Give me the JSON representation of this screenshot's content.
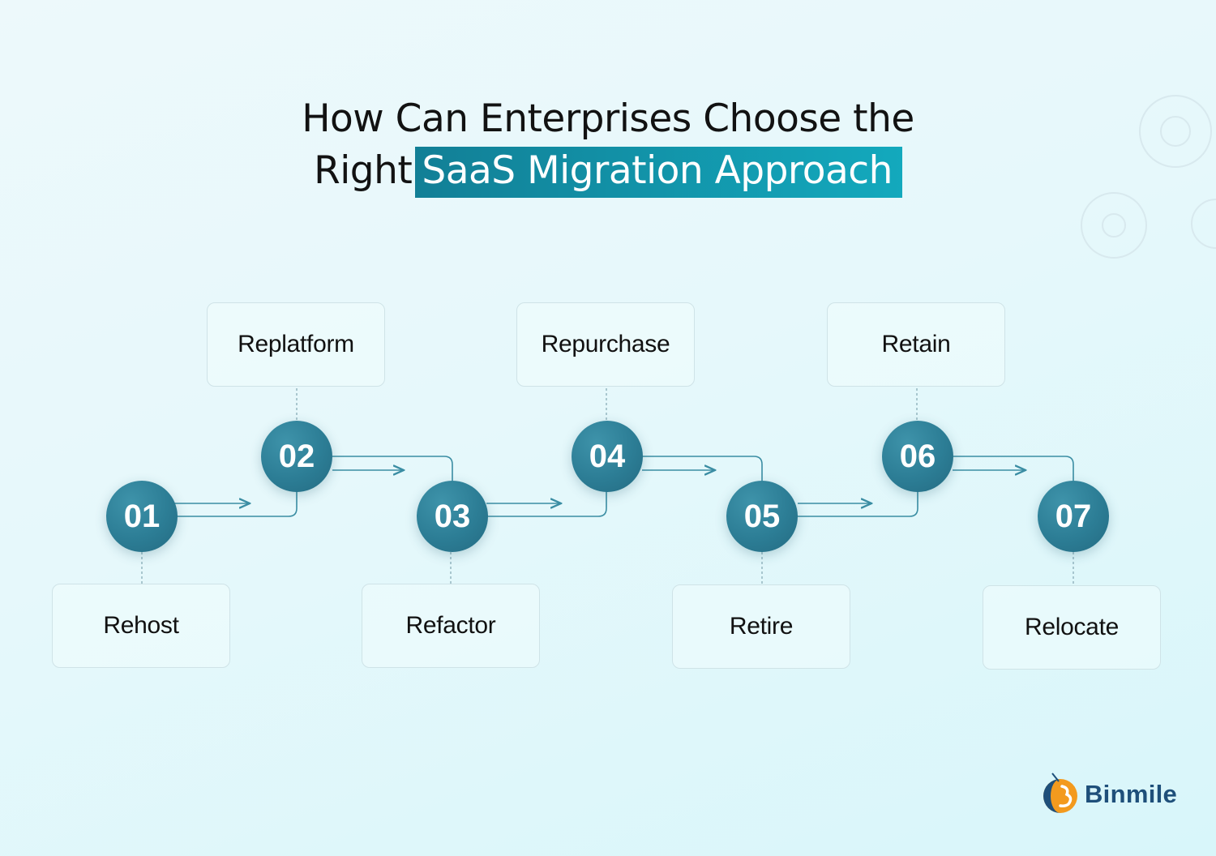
{
  "title": {
    "line1": "How Can Enterprises Choose the",
    "line2_prefix": "Right",
    "line2_highlight": "SaaS Migration Approach"
  },
  "steps": [
    {
      "number": "01",
      "label": "Rehost"
    },
    {
      "number": "02",
      "label": "Replatform"
    },
    {
      "number": "03",
      "label": "Refactor"
    },
    {
      "number": "04",
      "label": "Repurchase"
    },
    {
      "number": "05",
      "label": "Retire"
    },
    {
      "number": "06",
      "label": "Retain"
    },
    {
      "number": "07",
      "label": "Relocate"
    }
  ],
  "brand": {
    "name": "Binmile"
  },
  "colors": {
    "accent": "#2c7d95",
    "highlight": "#13a9bd",
    "brand": "#1e4f7a"
  }
}
